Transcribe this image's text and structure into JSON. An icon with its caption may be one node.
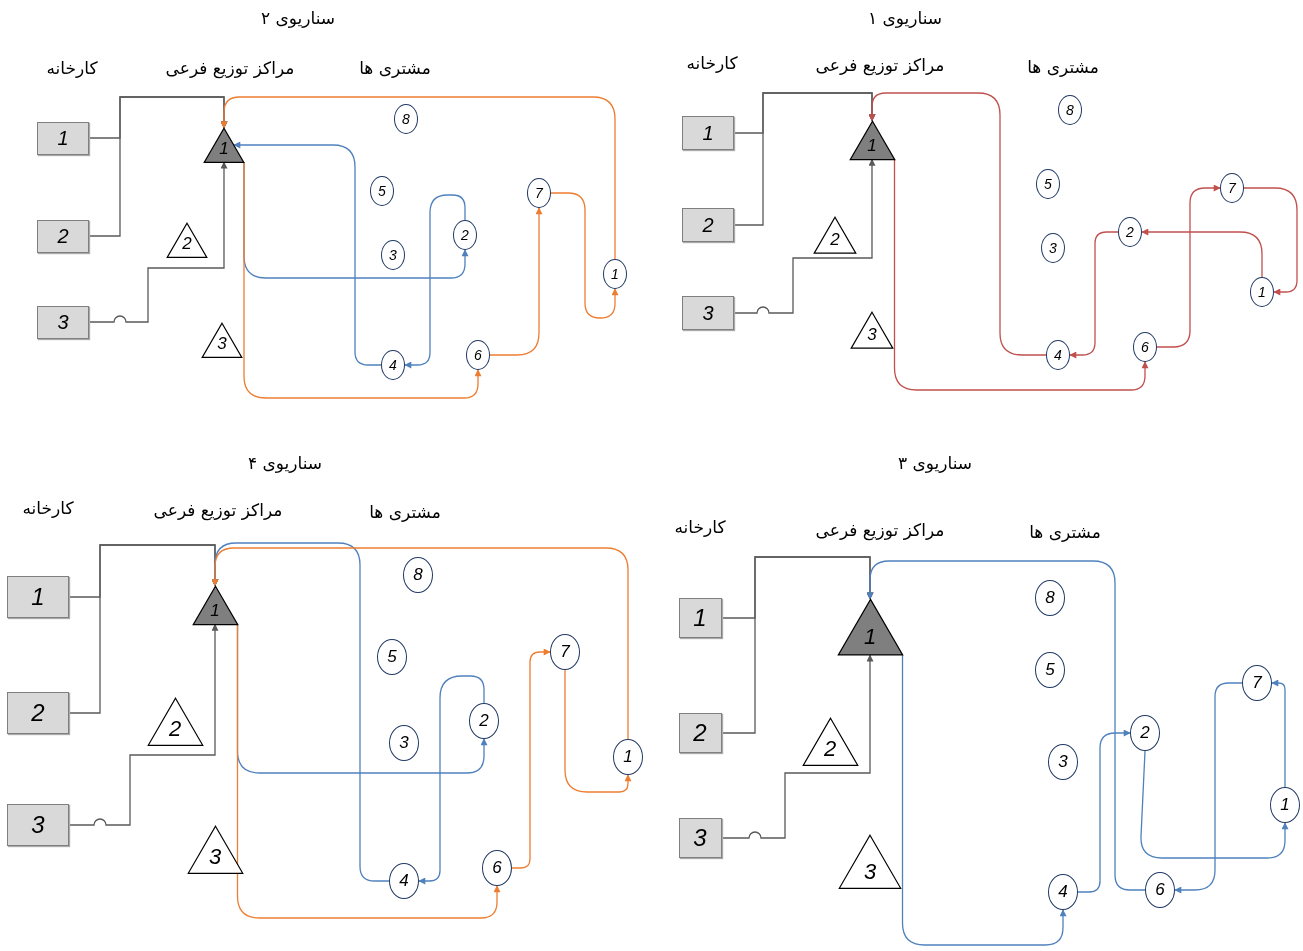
{
  "diagram": {
    "nodes": [
      {
        "text": [
          "1"
        ]
      },
      {
        "text": [
          "2"
        ]
      },
      {
        "text": [
          "3"
        ]
      },
      {
        "text": [
          "1"
        ]
      },
      {
        "text": [
          "2"
        ]
      },
      {
        "text": [
          "3"
        ]
      },
      {
        "text": [
          "8"
        ]
      },
      {
        "text": [
          "5"
        ]
      },
      {
        "text": [
          "7"
        ]
      },
      {
        "text": [
          "3"
        ]
      },
      {
        "text": [
          "2"
        ]
      },
      {
        "text": [
          "1"
        ]
      },
      {
        "text": [
          "6"
        ]
      },
      {
        "text": [
          "4"
        ]
      },
      {
        "text": [
          "1"
        ]
      },
      {
        "text": [
          "2"
        ]
      },
      {
        "text": [
          "3"
        ]
      },
      {
        "text": [
          "1"
        ]
      },
      {
        "text": [
          "2"
        ]
      },
      {
        "text": [
          "3"
        ]
      },
      {
        "text": [
          "8"
        ]
      },
      {
        "text": [
          "5"
        ]
      },
      {
        "text": [
          "7"
        ]
      },
      {
        "text": [
          "3"
        ]
      },
      {
        "text": [
          "2"
        ]
      },
      {
        "text": [
          "1"
        ]
      },
      {
        "text": [
          "6"
        ]
      },
      {
        "text": [
          "4"
        ]
      },
      {
        "text": [
          "1"
        ]
      },
      {
        "text": [
          "2"
        ]
      },
      {
        "text": [
          "3"
        ]
      },
      {
        "text": [
          "1"
        ]
      },
      {
        "text": [
          "2"
        ]
      },
      {
        "text": [
          "3"
        ]
      },
      {
        "text": [
          "8"
        ]
      },
      {
        "text": [
          "5"
        ]
      },
      {
        "text": [
          "7"
        ]
      },
      {
        "text": [
          "3"
        ]
      },
      {
        "text": [
          "2"
        ]
      },
      {
        "text": [
          "1"
        ]
      },
      {
        "text": [
          "6"
        ]
      },
      {
        "text": [
          "4"
        ]
      },
      {
        "text": [
          "1"
        ]
      },
      {
        "text": [
          "2"
        ]
      },
      {
        "text": [
          "3"
        ]
      },
      {
        "text": [
          "1"
        ]
      },
      {
        "text": [
          "2"
        ]
      },
      {
        "text": [
          "3"
        ]
      },
      {
        "text": [
          "8"
        ]
      },
      {
        "text": [
          "5"
        ]
      },
      {
        "text": [
          "7"
        ]
      },
      {
        "text": [
          "3"
        ]
      },
      {
        "text": [
          "2"
        ]
      },
      {
        "text": [
          "1"
        ]
      },
      {
        "text": [
          "6"
        ]
      },
      {
        "text": [
          "4"
        ]
      }
    ],
    "edges": [
      {
        "from": 0,
        "to": 3,
        "arrow": "to"
      },
      {
        "from": 2,
        "to": 3,
        "arrow": "to"
      },
      {
        "from": 1,
        "to": 3,
        "arrow": "to"
      },
      {
        "from": 3,
        "to": 12,
        "arrow": "to",
        "color": "#c0504d"
      },
      {
        "from": 12,
        "to": 8,
        "arrow": "to",
        "color": "#c0504d"
      },
      {
        "from": 8,
        "to": 11,
        "arrow": "to",
        "color": "#c0504d"
      },
      {
        "from": 11,
        "to": 10,
        "arrow": "to",
        "color": "#c0504d"
      },
      {
        "from": 10,
        "to": 13,
        "arrow": "to",
        "color": "#c0504d"
      },
      {
        "from": 13,
        "to": 3,
        "arrow": "to",
        "color": "#c0504d"
      },
      {
        "from": 14,
        "to": 17,
        "arrow": "to"
      },
      {
        "from": 16,
        "to": 17,
        "arrow": "to"
      },
      {
        "from": 15,
        "to": 17,
        "arrow": "to"
      },
      {
        "from": 17,
        "to": 24,
        "arrow": "to",
        "color": "#4f81bd"
      },
      {
        "from": 24,
        "to": 27,
        "arrow": "to",
        "color": "#4f81bd"
      },
      {
        "from": 27,
        "to": 17,
        "arrow": "to",
        "color": "#4f81bd"
      },
      {
        "from": 17,
        "to": 26,
        "arrow": "to",
        "color": "#ed7d31"
      },
      {
        "from": 26,
        "to": 22,
        "arrow": "to",
        "color": "#ed7d31"
      },
      {
        "from": 22,
        "to": 25,
        "arrow": "to",
        "color": "#ed7d31"
      },
      {
        "from": 25,
        "to": 17,
        "arrow": "to",
        "color": "#ed7d31"
      },
      {
        "from": 28,
        "to": 31,
        "arrow": "to"
      },
      {
        "from": 30,
        "to": 31,
        "arrow": "to"
      },
      {
        "from": 29,
        "to": 31,
        "arrow": "to"
      },
      {
        "from": 31,
        "to": 41,
        "arrow": "to",
        "color": "#4f81bd"
      },
      {
        "from": 41,
        "to": 38,
        "arrow": "to",
        "color": "#4f81bd"
      },
      {
        "from": 38,
        "to": 39,
        "arrow": "to",
        "color": "#4f81bd"
      },
      {
        "from": 39,
        "to": 36,
        "arrow": "to",
        "color": "#4f81bd"
      },
      {
        "from": 36,
        "to": 40,
        "arrow": "to",
        "color": "#4f81bd"
      },
      {
        "from": 40,
        "to": 31,
        "arrow": "to",
        "color": "#4f81bd"
      },
      {
        "from": 42,
        "to": 45,
        "arrow": "to"
      },
      {
        "from": 44,
        "to": 45,
        "arrow": "to"
      },
      {
        "from": 43,
        "to": 45,
        "arrow": "to"
      },
      {
        "from": 45,
        "to": 52,
        "arrow": "to",
        "color": "#4f81bd"
      },
      {
        "from": 52,
        "to": 55,
        "arrow": "to",
        "color": "#4f81bd"
      },
      {
        "from": 55,
        "to": 45,
        "arrow": "to",
        "color": "#4f81bd"
      },
      {
        "from": 45,
        "to": 54,
        "arrow": "to",
        "color": "#ed7d31"
      },
      {
        "from": 54,
        "to": 50,
        "arrow": "to",
        "color": "#ed7d31"
      },
      {
        "from": 50,
        "to": 53,
        "arrow": "to",
        "color": "#ed7d31"
      },
      {
        "from": 53,
        "to": 45,
        "arrow": "to",
        "color": "#ed7d31"
      }
    ],
    "labels": [
      "سناریوی ۱",
      "کارخانه",
      "مراکز توزیع فرعی",
      "مشتری ها",
      "سناریوی ۲",
      "کارخانه",
      "مراکز توزیع فرعی",
      "مشتری ها",
      "سناریوی ۳",
      "کارخانه",
      "مراکز توزیع فرعی",
      "مشتری ها",
      "سناریوی ۴",
      "کارخانه",
      "مراکز توزیع فرعی",
      "مشتری ها"
    ]
  }
}
